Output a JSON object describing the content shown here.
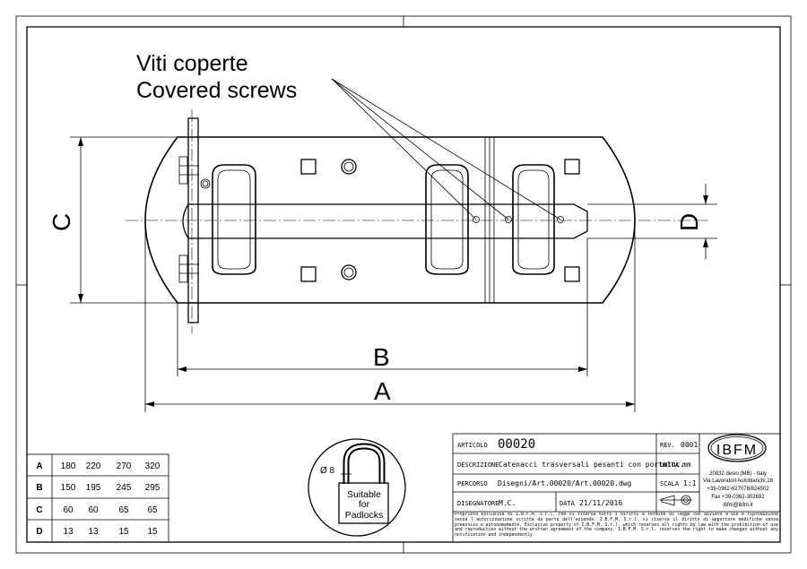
{
  "callout": {
    "line1": "Viti coperte",
    "line2": "Covered screws"
  },
  "dimensions": {
    "A": "A",
    "B": "B",
    "C": "C",
    "D": "D"
  },
  "size_table": {
    "rows": [
      {
        "label": "A",
        "values": [
          "180",
          "220",
          "270",
          "320"
        ]
      },
      {
        "label": "B",
        "values": [
          "150",
          "195",
          "245",
          "295"
        ]
      },
      {
        "label": "C",
        "values": [
          "60",
          "60",
          "65",
          "65"
        ]
      },
      {
        "label": "D",
        "values": [
          "13",
          "13",
          "15",
          "15"
        ]
      }
    ]
  },
  "padlock": {
    "diameter": "Ø 8",
    "line1": "Suitable",
    "line2": "for",
    "line3": "Padlocks"
  },
  "title_block": {
    "articolo_label": "ARTICOLO",
    "articolo_value": "00020",
    "rev_label": "REV.",
    "rev_value": "0001",
    "descrizione_label": "DESCRIZIONE",
    "descrizione_value": "Catenacci trasversali pesanti con portaluc.",
    "unita_label": "UNITÀ",
    "unita_value": "mm",
    "percorso_label": "PERCORSO",
    "percorso_value": "Disegni/Art.00020/Art.00020.dwg",
    "scala_label": "SCALA",
    "scala_value": "1:1",
    "disegnatore_label": "DISEGNATORE",
    "disegnatore_value": "M.C.",
    "data_label": "DATA",
    "data_value": "21/11/2016",
    "notice_it": "Proprietà esclusiva di I.B.F.M. S.r.l. che si riserva tutti i diritti a termine di legge con divieto d'uso e riproduzione senza l'autorizzazione scritta da parte dell'azienda. I.B.F.M. S.r.l. si riserva il diritto di apportare modifiche senza preavviso e autonomamente.",
    "notice_en": "Exclusive property of I.B.F.M. S.r.l. which reserves all rights by law with the prohibition of use and reproduction without the written agreement of the company. I.B.F.M. S.r.l. reserves the right to make changes without any notification and independently."
  },
  "company": {
    "logo": "IBFM",
    "address1": "20832 desio (MB) - Italy",
    "address2": "Via Lavoratori Autobianchi,18",
    "phone": "+39-0362-627078/624502",
    "fax": "Fax +39-0362-302692",
    "email": "ibfm@ibfm.it"
  }
}
